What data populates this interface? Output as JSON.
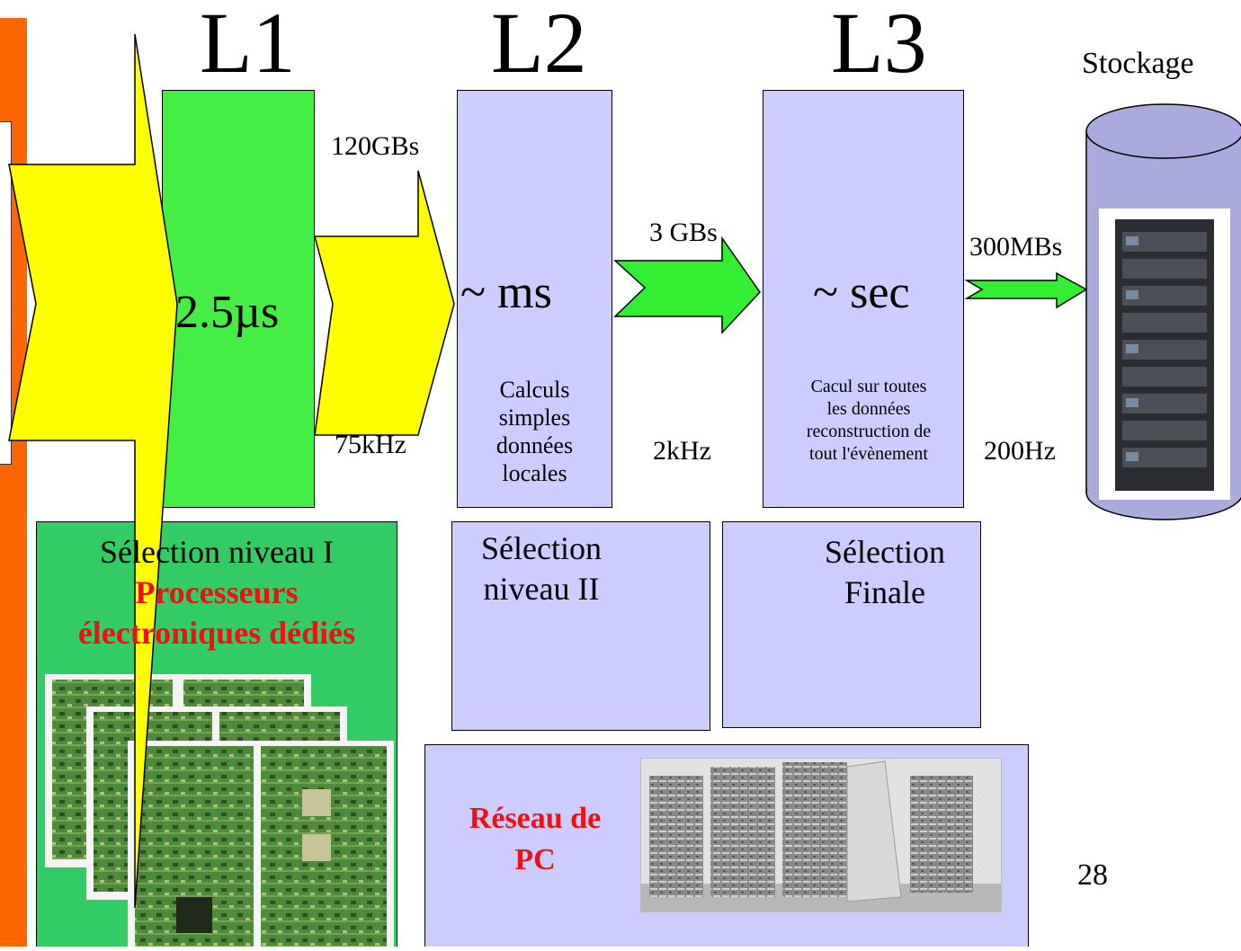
{
  "colors": {
    "accent_orange": "#ff6600",
    "yellow_arrow": "#ffff00",
    "green_box": "#44ee44",
    "green_panel": "#33cc66",
    "lavender": "#ccccff",
    "cylinder": "#aaaadd",
    "red_text": "#ee1111"
  },
  "levels": {
    "l1": {
      "label": "L1",
      "time": "2.5µs"
    },
    "l2": {
      "label": "L2",
      "time": "~ ms",
      "desc": [
        "Calculs",
        "simples",
        "données",
        "locales"
      ]
    },
    "l3": {
      "label": "L3",
      "time": "~ sec",
      "desc": [
        "Cacul sur toutes",
        "les données",
        "reconstruction de",
        "tout l'évènement"
      ]
    }
  },
  "flows": {
    "l1_l2": {
      "bandwidth": "120GBs",
      "rate": "75kHz"
    },
    "l2_l3": {
      "bandwidth": "3 GBs",
      "rate": "2kHz"
    },
    "l3_storage": {
      "bandwidth": "300MBs",
      "rate": "200Hz"
    }
  },
  "storage": {
    "label": "Stockage"
  },
  "selection": {
    "level1": {
      "line1": "Sélection niveau I",
      "line2": "Processeurs",
      "line3": "électroniques dédiés"
    },
    "level2": {
      "line1": "Sélection",
      "line2": "niveau II"
    },
    "final": {
      "line1": "Sélection",
      "line2": "Finale"
    }
  },
  "network": {
    "line1": "Réseau de",
    "line2": "PC"
  },
  "page_number": "28",
  "icons": {
    "boards": "electronic-boards-photo-icon",
    "rack": "server-rack-icon",
    "cluster": "pc-cluster-photo-icon"
  }
}
